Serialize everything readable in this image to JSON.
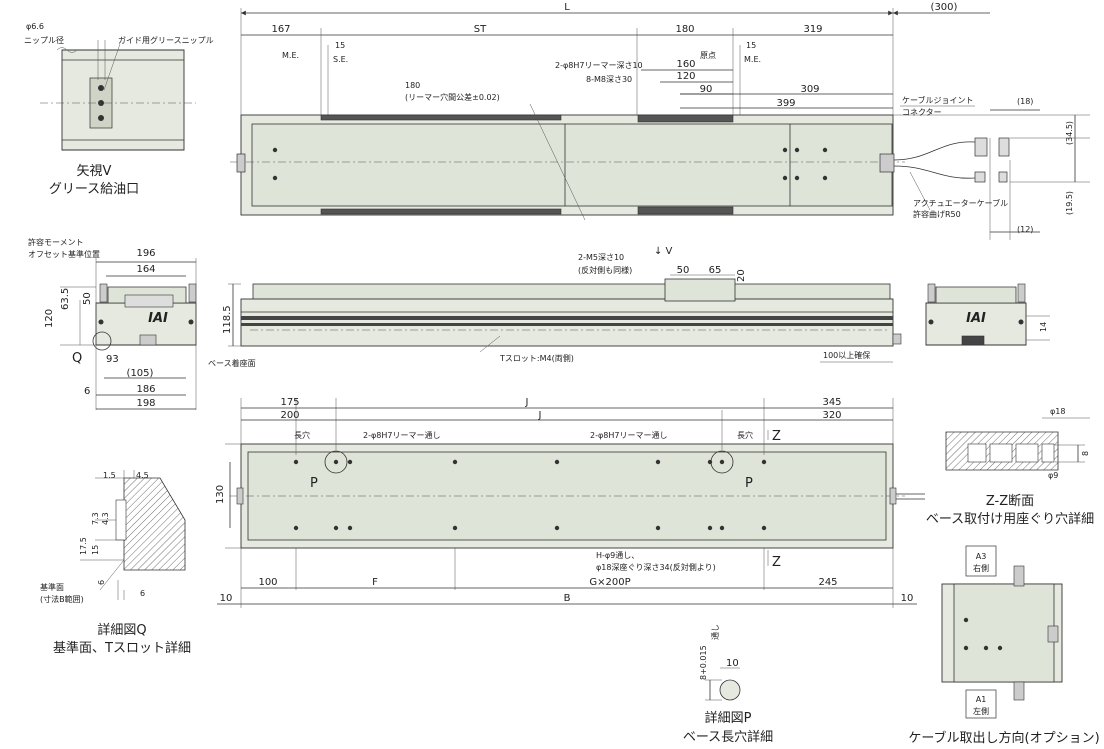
{
  "top": {
    "L": "L",
    "d300": "(300)",
    "d167": "167",
    "ST": "ST",
    "d180": "180",
    "d319": "319",
    "me_left": "M.E.",
    "d15_left": "15",
    "se": "S.E.",
    "origin": "原点",
    "d15_right": "15",
    "me_right": "M.E.",
    "ream10": "2-φ8H7リーマー深さ10",
    "m8": "8-M8深さ30",
    "d160": "160",
    "d120": "120",
    "d90": "90",
    "d309": "309",
    "d399": "399",
    "ream_pitch_1": "180",
    "ream_pitch_2": "(リーマー穴間公差±0.02)",
    "cable_joint_1": "ケーブルジョイント",
    "cable_joint_2": "コネクター",
    "d18p": "(18)",
    "d345p": "(34.5)",
    "d195p": "(19.5)",
    "d12p": "(12)",
    "act_cable_1": "アクチュエーターケーブル",
    "act_cable_2": "許容曲げR50"
  },
  "view_v": {
    "phi66": "φ6.6",
    "nipple_dia": "ニップル径",
    "guide_nipple": "ガイド用グリースニップル",
    "title1": "矢視V",
    "title2": "グリース給油口"
  },
  "end_view": {
    "moment_1": "許容モーメント",
    "moment_2": "オフセット基準位置",
    "d196": "196",
    "d164": "164",
    "d635": "63.5",
    "d50": "50",
    "d120": "120",
    "q": "Q",
    "d93": "93",
    "d105p": "(105)",
    "d186": "186",
    "d6": "6",
    "d198": "198",
    "base_face": "ベース着座面",
    "logo": "IAI"
  },
  "side": {
    "m5_1": "2-M5深さ10",
    "m5_2": "(反対側も同様)",
    "v": "↓ V",
    "d50": "50",
    "d65": "65",
    "d20": "20",
    "d1185": "118.5",
    "tslot": "Tスロット:M4(両側)",
    "d100": "100以上確保",
    "d14": "14",
    "logo": "IAI"
  },
  "bottom": {
    "d175": "175",
    "d200": "200",
    "J1": "J",
    "J2": "J",
    "d345": "345",
    "d320": "320",
    "long_hole_l": "長穴",
    "ream_l": "2-φ8H7リーマー通し",
    "ream_r": "2-φ8H7リーマー通し",
    "long_hole_r": "長穴",
    "z_top": "Z",
    "d130": "130",
    "p_left": "P",
    "p_right": "P",
    "hole_1": "H-φ9通し、",
    "hole_2": "φ18深座ぐり深さ34(反対側より)",
    "z_bot": "Z",
    "d100": "100",
    "F": "F",
    "G": "G×200P",
    "d245": "245",
    "d10_l": "10",
    "B": "B",
    "d10_r": "10"
  },
  "zz": {
    "phi18": "φ18",
    "d8": "8",
    "phi9": "φ9",
    "title1": "Z-Z断面",
    "title2": "ベース取付け用座ぐり穴詳細"
  },
  "detail_q": {
    "d15": "1.5",
    "d45": "4.5",
    "d73": "7.3",
    "d43": "4.3",
    "d175": "17.5",
    "d15b": "15",
    "d6a": "6",
    "d6b": "6",
    "ref_1": "基準面",
    "ref_2": "(寸法B範囲)",
    "title1": "詳細図Q",
    "title2": "基準面、Tスロット詳細"
  },
  "detail_p": {
    "tol": "8+0.015",
    "thru": "通し",
    "d10": "10",
    "title1": "詳細図P",
    "title2": "ベース長穴詳細"
  },
  "cable_opt": {
    "a3_1": "A3",
    "a3_2": "右側",
    "a1_1": "A1",
    "a1_2": "左側",
    "title": "ケーブル取出し方向(オプション)"
  }
}
